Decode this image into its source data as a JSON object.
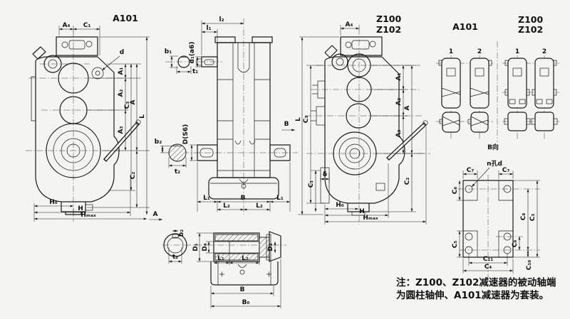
{
  "labels": {
    "a101": {
      "title": "A101",
      "a4": "A₄",
      "c1": "C₁",
      "d": "d",
      "a1": "A₁",
      "a2": "A₂",
      "a3": "A₃",
      "a": "A",
      "c3": "C₃",
      "c2": "C₂",
      "l": "L",
      "h0": "H₀",
      "h": "H",
      "hmax": "Hₘₐₓ",
      "view_a": "A"
    },
    "side": {
      "l2": "l₂",
      "l1": "l₁",
      "b1": "b₁",
      "t1": "t₁",
      "d1": "d₁(a6)",
      "ds": "D(S6)",
      "b2": "b₂",
      "t2": "t₂",
      "L1": "L₁",
      "L2": "L₂",
      "B": "B",
      "view_b": "B"
    },
    "z100": {
      "title1": "Z100",
      "title2": "Z102",
      "a4": "A₄",
      "l": "L",
      "c3": "C₃",
      "c1": "C₁",
      "delta": "δ",
      "a1": "A₁",
      "a2": "A₂",
      "a3": "A₃",
      "a": "A",
      "c2": "C₂",
      "h0": "H₀",
      "h": "H",
      "hmax": "Hₘₐₓ"
    },
    "bview": {
      "title_a101": "A101",
      "title_z100": "Z100",
      "title_z102": "Z102",
      "n1": "1",
      "n2": "2",
      "n3": "1",
      "n4": "2",
      "caption": "B向"
    },
    "section": {
      "b2": "b₂",
      "t2": "t₂",
      "d1": "D₁",
      "d4": "D₄",
      "d2": "D₂",
      "L1": "L₁",
      "L2": "L₂",
      "B": "B",
      "B0": "B₀"
    },
    "plate": {
      "c7": "C₇",
      "holes": "n孔d",
      "c6": "C₆",
      "c5": "C₅",
      "c8": "C₈",
      "c3": "C₃",
      "c9": "C₉",
      "c10": "C₁₀",
      "c11": "C₁₁",
      "c4": "C₄"
    },
    "note": {
      "line1": "注：Z100、Z102减速器的被动轴端",
      "line2": "为圆柱轴伸、A101减速器为套装。"
    }
  },
  "colors": {
    "line": "#1a1a1a",
    "background": "#f4f4f2"
  }
}
